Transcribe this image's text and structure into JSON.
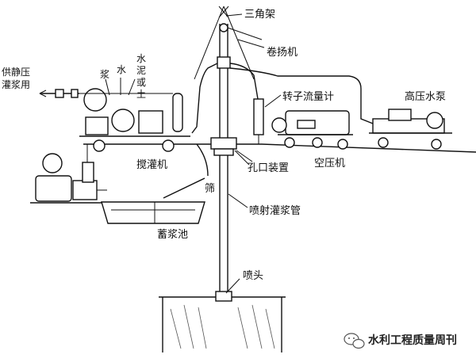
{
  "labels": {
    "derrick": "三角架",
    "winch": "卷扬机",
    "flowmeter": "转子流量计",
    "pump": "高压水泵",
    "compressor": "空压机",
    "orifice": "孔口装置",
    "mixer": "搅灌机",
    "screen": "筛",
    "pipe": "喷射灌浆管",
    "tank": "蓄浆池",
    "nozzle": "喷头",
    "static_line1": "供静压",
    "static_line2": "灌浆用",
    "slurry": "浆",
    "water": "水",
    "cement": [
      "水",
      "泥",
      "或",
      "土"
    ]
  },
  "watermark": {
    "icon": "wechat-icon",
    "text": "水利工程质量周刊"
  }
}
